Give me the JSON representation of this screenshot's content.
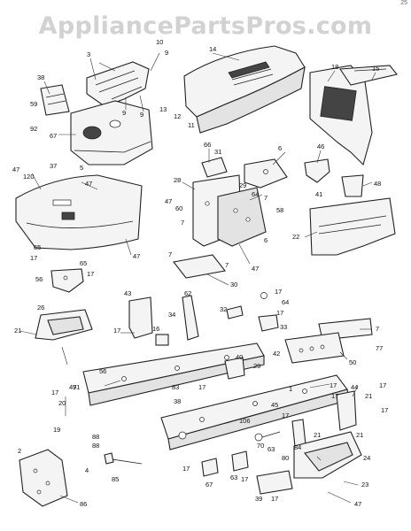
{
  "watermark": "AppliancePartsPros.com",
  "header_corner": "25",
  "callouts": [
    {
      "id": "c-3",
      "text": "3"
    },
    {
      "id": "c-10",
      "text": "10"
    },
    {
      "id": "c-9a",
      "text": "9"
    },
    {
      "id": "c-9b",
      "text": "9"
    },
    {
      "id": "c-9c",
      "text": "9"
    },
    {
      "id": "c-14",
      "text": "14"
    },
    {
      "id": "c-18",
      "text": "18"
    },
    {
      "id": "c-15",
      "text": "15"
    },
    {
      "id": "c-38",
      "text": "38"
    },
    {
      "id": "c-59",
      "text": "59"
    },
    {
      "id": "c-92",
      "text": "92"
    },
    {
      "id": "c-67",
      "text": "67"
    },
    {
      "id": "c-5",
      "text": "5"
    },
    {
      "id": "c-13",
      "text": "13"
    },
    {
      "id": "c-12",
      "text": "12"
    },
    {
      "id": "c-11",
      "text": "11"
    },
    {
      "id": "c-47a",
      "text": "47"
    },
    {
      "id": "c-120",
      "text": "120"
    },
    {
      "id": "c-37",
      "text": "37"
    },
    {
      "id": "c-47b",
      "text": "47"
    },
    {
      "id": "c-66",
      "text": "66"
    },
    {
      "id": "c-31",
      "text": "31"
    },
    {
      "id": "c-6a",
      "text": "6"
    },
    {
      "id": "c-46",
      "text": "46"
    },
    {
      "id": "c-41",
      "text": "41"
    },
    {
      "id": "c-48",
      "text": "48"
    },
    {
      "id": "c-28",
      "text": "28"
    },
    {
      "id": "c-29",
      "text": "29"
    },
    {
      "id": "c-64a",
      "text": "64"
    },
    {
      "id": "c-7a",
      "text": "7"
    },
    {
      "id": "c-58",
      "text": "58"
    },
    {
      "id": "c-47c",
      "text": "47"
    },
    {
      "id": "c-60",
      "text": "60"
    },
    {
      "id": "c-7b",
      "text": "7"
    },
    {
      "id": "c-6b",
      "text": "6"
    },
    {
      "id": "c-22",
      "text": "22"
    },
    {
      "id": "c-65a",
      "text": "65"
    },
    {
      "id": "c-17a",
      "text": "17"
    },
    {
      "id": "c-65b",
      "text": "65"
    },
    {
      "id": "c-17b",
      "text": "17"
    },
    {
      "id": "c-56a",
      "text": "56"
    },
    {
      "id": "c-47d",
      "text": "47"
    },
    {
      "id": "c-7c",
      "text": "7"
    },
    {
      "id": "c-7d",
      "text": "7"
    },
    {
      "id": "c-47e",
      "text": "47"
    },
    {
      "id": "c-30",
      "text": "30"
    },
    {
      "id": "c-43",
      "text": "43"
    },
    {
      "id": "c-62",
      "text": "62"
    },
    {
      "id": "c-34",
      "text": "34"
    },
    {
      "id": "c-17c",
      "text": "17"
    },
    {
      "id": "c-64b",
      "text": "64"
    },
    {
      "id": "c-32",
      "text": "32"
    },
    {
      "id": "c-17d",
      "text": "17"
    },
    {
      "id": "c-33",
      "text": "33"
    },
    {
      "id": "c-26",
      "text": "26"
    },
    {
      "id": "c-21a",
      "text": "21"
    },
    {
      "id": "c-17e",
      "text": "17"
    },
    {
      "id": "c-16",
      "text": "16"
    },
    {
      "id": "c-56b",
      "text": "56"
    },
    {
      "id": "c-7e",
      "text": "7"
    },
    {
      "id": "c-77",
      "text": "77"
    },
    {
      "id": "c-47f",
      "text": "47"
    },
    {
      "id": "c-40",
      "text": "40"
    },
    {
      "id": "c-42",
      "text": "42"
    },
    {
      "id": "c-50",
      "text": "50"
    },
    {
      "id": "c-17f",
      "text": "17"
    },
    {
      "id": "c-91",
      "text": "91"
    },
    {
      "id": "c-83",
      "text": "83"
    },
    {
      "id": "c-17g",
      "text": "17"
    },
    {
      "id": "c-29b",
      "text": "29"
    },
    {
      "id": "c-38b",
      "text": "38"
    },
    {
      "id": "c-17h",
      "text": "17"
    },
    {
      "id": "c-1",
      "text": "1"
    },
    {
      "id": "c-17i",
      "text": "17"
    },
    {
      "id": "c-44",
      "text": "44"
    },
    {
      "id": "c-21b",
      "text": "21"
    },
    {
      "id": "c-17j",
      "text": "17"
    },
    {
      "id": "c-20",
      "text": "20"
    },
    {
      "id": "c-106",
      "text": "106"
    },
    {
      "id": "c-45",
      "text": "45"
    },
    {
      "id": "c-17k",
      "text": "17"
    },
    {
      "id": "c-70",
      "text": "70"
    },
    {
      "id": "c-63a",
      "text": "63"
    },
    {
      "id": "c-80",
      "text": "80"
    },
    {
      "id": "c-21c",
      "text": "21"
    },
    {
      "id": "c-21d",
      "text": "21"
    },
    {
      "id": "c-17l",
      "text": "17"
    },
    {
      "id": "c-19",
      "text": "19"
    },
    {
      "id": "c-88a",
      "text": "88"
    },
    {
      "id": "c-88b",
      "text": "88"
    },
    {
      "id": "c-84",
      "text": "84"
    },
    {
      "id": "c-24",
      "text": "24"
    },
    {
      "id": "c-2",
      "text": "2"
    },
    {
      "id": "c-4",
      "text": "4"
    },
    {
      "id": "c-85",
      "text": "85"
    },
    {
      "id": "c-17m",
      "text": "17"
    },
    {
      "id": "c-67b",
      "text": "67"
    },
    {
      "id": "c-63b",
      "text": "63"
    },
    {
      "id": "c-17n",
      "text": "17"
    },
    {
      "id": "c-23",
      "text": "23"
    },
    {
      "id": "c-86",
      "text": "86"
    },
    {
      "id": "c-39",
      "text": "39"
    },
    {
      "id": "c-17o",
      "text": "17"
    },
    {
      "id": "c-47g",
      "text": "47"
    }
  ]
}
